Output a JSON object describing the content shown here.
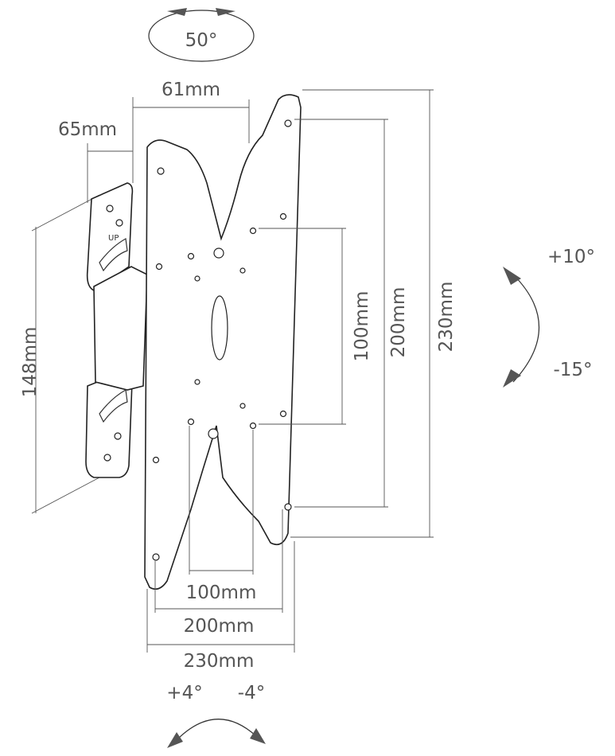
{
  "labels": {
    "swivel": "50°",
    "arm_width": "61mm",
    "wall_depth": "65mm",
    "wall_plate_height": "148mm",
    "vesa_v_100": "100mm",
    "vesa_v_200": "200mm",
    "vesa_v_230": "230mm",
    "tilt_up": "+10°",
    "tilt_down": "-15°",
    "vesa_h_100": "100mm",
    "vesa_h_200": "200mm",
    "vesa_h_230": "230mm",
    "rot_plus": "+4°",
    "rot_minus": "-4°",
    "up_mark": "UP"
  }
}
